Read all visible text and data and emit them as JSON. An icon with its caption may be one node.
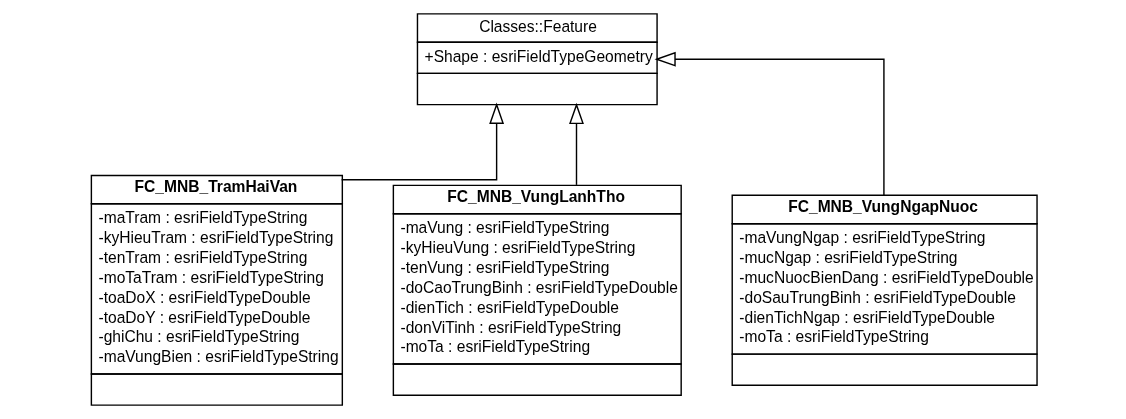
{
  "diagram": {
    "nodes": [
      {
        "text": [
          "Classes::Feature",
          "+Shape : esriFieldTypeGeometry"
        ]
      },
      {
        "text": [
          "FC_MNB_TramHaiVan",
          "-maTram : esriFieldTypeString",
          "-kyHieuTram : esriFieldTypeString",
          "-tenTram : esriFieldTypeString",
          "-moTaTram : esriFieldTypeString",
          "-toaDoX : esriFieldTypeDouble",
          "-toaDoY : esriFieldTypeDouble",
          "-ghiChu : esriFieldTypeString",
          "-maVungBien : esriFieldTypeString"
        ]
      },
      {
        "text": [
          "FC_MNB_VungLanhTho",
          "-maVung : esriFieldTypeString",
          "-kyHieuVung : esriFieldTypeString",
          "-tenVung : esriFieldTypeString",
          "-doCaoTrungBinh : esriFieldTypeDouble",
          "-dienTich : esriFieldTypeDouble",
          "-donViTinh : esriFieldTypeString",
          "-moTa : esriFieldTypeString"
        ]
      },
      {
        "text": [
          "FC_MNB_VungNgapNuoc",
          "-maVungNgap : esriFieldTypeString",
          "-mucNgap : esriFieldTypeString",
          "-mucNuocBienDang : esriFieldTypeDouble",
          "-doSauTrungBinh : esriFieldTypeDouble",
          "-dienTichNgap : esriFieldTypeDouble",
          "-moTa : esriFieldTypeString"
        ]
      }
    ],
    "edges": [
      {
        "from": 1,
        "to": 0,
        "arrow": "to"
      },
      {
        "from": 2,
        "to": 0,
        "arrow": "to"
      },
      {
        "from": 3,
        "to": 0,
        "arrow": "to"
      }
    ]
  }
}
